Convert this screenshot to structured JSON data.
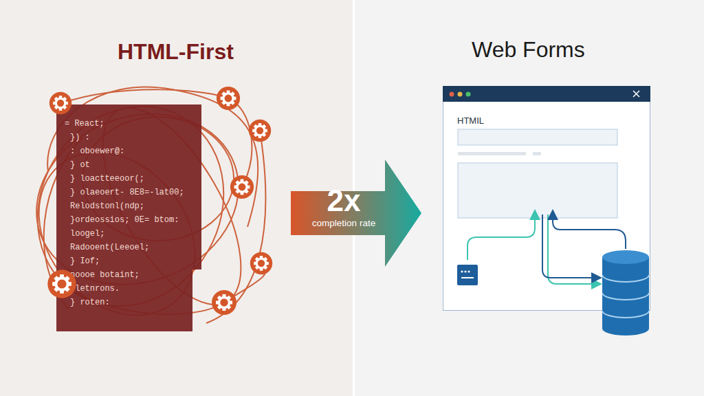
{
  "diagram": {
    "nodes": [
      {
        "text": [
          "= React;",
          "}) :",
          ": oboewer@:",
          "} ot",
          "} loactteeoor(;",
          "} olaeoert- 8E8=-lat00;",
          "Relodstonl(ndp;",
          "}ordeossios; 0E= btom:",
          "loogel;",
          "Radooent(Leeoel;",
          "} Iof;",
          "noooe botaint;",
          "Fletnrons.",
          "} roten:"
        ]
      },
      {
        "text": [
          "2x",
          "completion rate"
        ]
      },
      {
        "text": [
          "HTMIL"
        ]
      }
    ],
    "labels": [
      "HTML-First",
      "Web Forms"
    ]
  }
}
